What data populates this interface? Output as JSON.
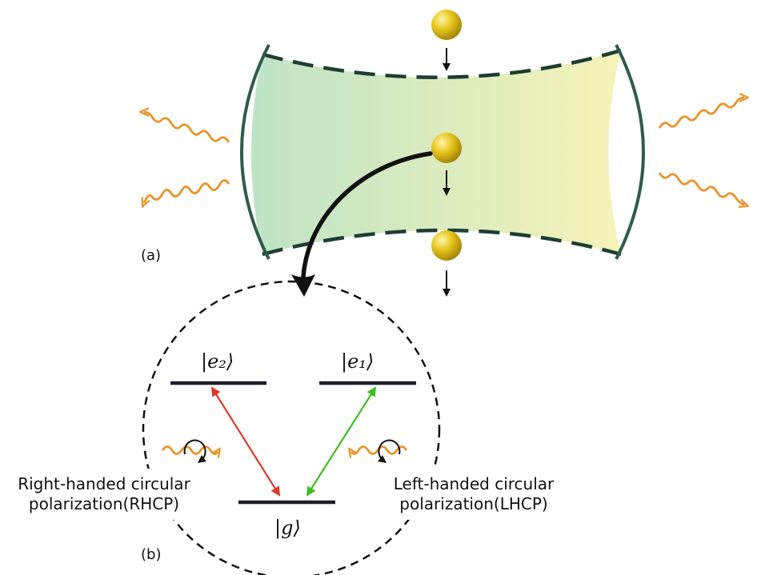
{
  "panel_a": {
    "label": "(a)"
  },
  "panel_b": {
    "label": "(b)",
    "states": {
      "e2": "|e₂⟩",
      "e1": "|e₁⟩",
      "g": "|g⟩"
    },
    "rhcp": {
      "line1": "Right-handed circular",
      "line2": "polarization(RHCP)"
    },
    "lhcp": {
      "line1": "Left-handed circular",
      "line2": "polarization(LHCP)"
    }
  },
  "colors": {
    "cavity_mirror": "#2f5c4a",
    "cavity_fill_left": "#bfe3c6",
    "cavity_fill_right": "#f6f3b8",
    "photon": "#e8952a",
    "atom": "#e3c21a",
    "transition_rhcp": "#dd3a2a",
    "transition_lhcp": "#3fbf24",
    "level": "#1e1e2e"
  }
}
